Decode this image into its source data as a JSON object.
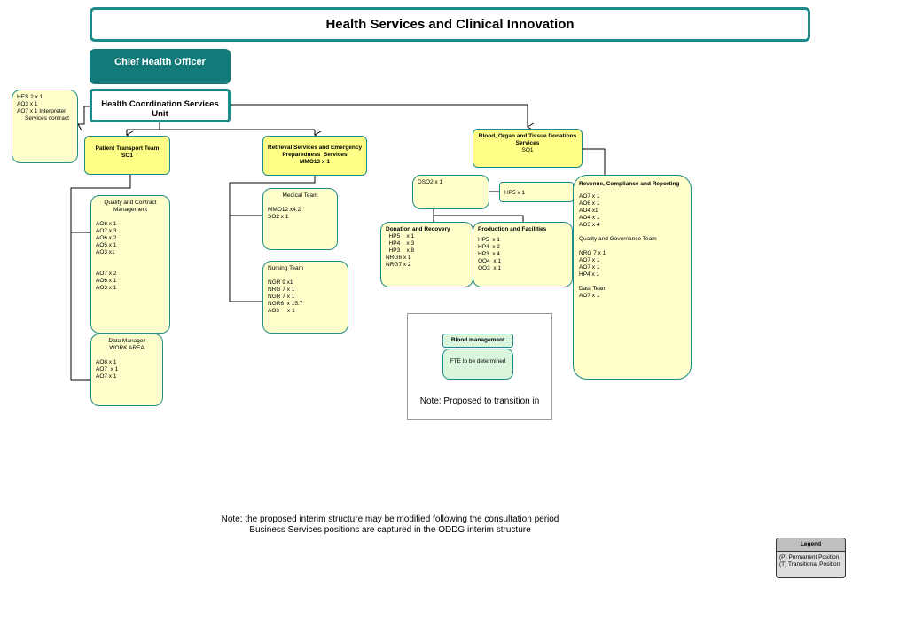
{
  "title": "Health Services and Clinical Innovation",
  "chief": "Chief Health Officer",
  "hcsu": {
    "title": "Health Coordination Services Unit",
    "side_lines": "HES 2 x 1\nAO3 x 1\nAO7 x 1 Interpreter\n     Services contract"
  },
  "patient_transport": {
    "title": "Patient Transport Team\nSO1",
    "quality": {
      "heading": "Quality and Contract\nManagement",
      "group1": "AO8 x 1\nAO7 x 3\nAO6 x 2\nAO5 x 1\nAO3 x1",
      "group2": "AO7 x 2\nAO6 x 1\nAO3 x 1"
    },
    "data_manager": {
      "heading": "Data Manager\nWORK AREA",
      "lines": "AO8 x 1\nAO7  x 1\nAO7 x 1"
    }
  },
  "retrieval": {
    "title": "Retrieval Services and Emergency\nPreparedness  Services\nMMO13 x 1",
    "medical": {
      "heading": "Medical Team",
      "lines": "MMO12 x4.2\nSO2 x 1"
    },
    "nursing": {
      "heading": "Nursing Team",
      "lines": "NGR 9 x1\nNRG 7 x 1\nNGR 7 x 1\nNGR6  x 15.7\nAO3     x 1"
    }
  },
  "blood_organ": {
    "title": "Blood, Organ and Tissue Donations\nServices",
    "sub": "SO1",
    "dso2": "DSO2 x 1",
    "hp5": "HP5 x 1",
    "donation": {
      "heading": "Donation and Recovery",
      "lines": "  HP5    x 1\n  HP4    x 3\n  HP3    x 8\nNRG6 x 1\nNRG7 x 2"
    },
    "production": {
      "heading": "Production and Facilities",
      "lines": "HP5  x 1\nHP4  x 2\nHP3  x 4\nOO4  x 1\nOO3  x 1"
    },
    "revenue": {
      "heading": "Revenue, Compliance and Reporting",
      "group1": "AO7 x 1\nAO6 x 1\nAO4 x1\nAO4 x 1\nAO3 x 4",
      "quality_heading": "Quality and Governance Team",
      "group2": "NRG 7 x 1\nAO7 x 1\nAO7 x 1\nHP4 x 1",
      "data_heading": "Data Team",
      "group3": "AO7 x 1"
    }
  },
  "blood_management": {
    "label": "Blood management",
    "fte": "FTE to be determined",
    "note": "Note:  Proposed to transition in"
  },
  "footer": {
    "line1": "Note: the proposed interim structure may be modified following the consultation period",
    "line2": "Business Services positions are captured in the ODDG interim structure"
  },
  "legend": {
    "title": "Legend",
    "item1": "(P) Permanent Position",
    "item2": "(T) Transitional Position"
  },
  "colors": {
    "teal": "#137a7a",
    "border_teal": "#1f8a8a",
    "pale_yellow": "#ffffcc",
    "bright_yellow": "#ffff88",
    "pale_green": "#d9f5dc"
  }
}
